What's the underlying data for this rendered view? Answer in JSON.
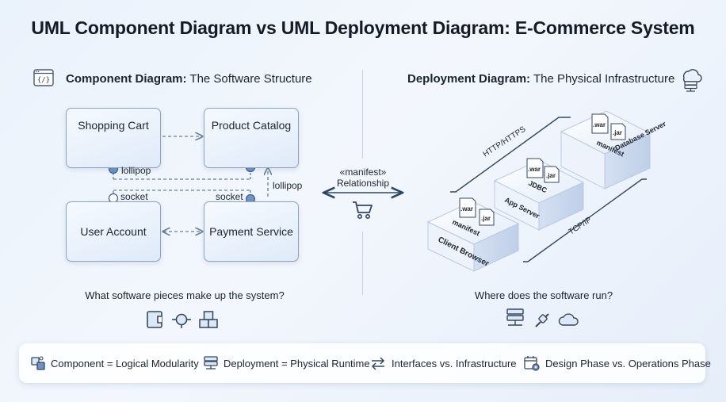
{
  "title": "UML Component Diagram vs UML Deployment Diagram: E-Commerce System",
  "component_section": {
    "title_bold": "Component Diagram:",
    "title_rest": " The Software Structure",
    "icon": "code-window-icon",
    "components": [
      "Shopping Cart",
      "Product Catalog",
      "User Account",
      "Payment Service"
    ],
    "interface_labels": {
      "cart_lollipop": "lollipop",
      "cart_socket": "socket",
      "payment_socket": "socket",
      "payment_lollipop": "lollipop"
    },
    "question": "What software pieces make up the system?"
  },
  "middle": {
    "relation_line1": "«manifest»",
    "relation_line2": "Relationship",
    "icon": "shopping-cart-icon"
  },
  "deployment_section": {
    "title_bold": "Deployment Diagram:",
    "title_rest": " The Physical Infrastructure",
    "icon": "cloud-server-icon",
    "nodes": [
      "Client Browser",
      "App Server",
      "Database Server"
    ],
    "artifacts": {
      "war": ".war",
      "jar": ".jar",
      "manifest": "manifest"
    },
    "protocols": {
      "http": "HTTP/HTTPS",
      "jdbc": "JDBC",
      "tcp": "TCP/IP"
    },
    "question": "Where does the software run?"
  },
  "legend": [
    {
      "icon": "component-icon",
      "label": "Component = Logical Modularity"
    },
    {
      "icon": "server-icon",
      "label": "Deployment = Physical Runtime"
    },
    {
      "icon": "swap-arrows-icon",
      "label": "Interfaces vs. Infrastructure"
    },
    {
      "icon": "calendar-gear-icon",
      "label": "Design Phase vs. Operations Phase"
    }
  ],
  "colors": {
    "accent": "#4a6fa5",
    "box_border": "#8ea3bc",
    "text": "#1c2430"
  }
}
